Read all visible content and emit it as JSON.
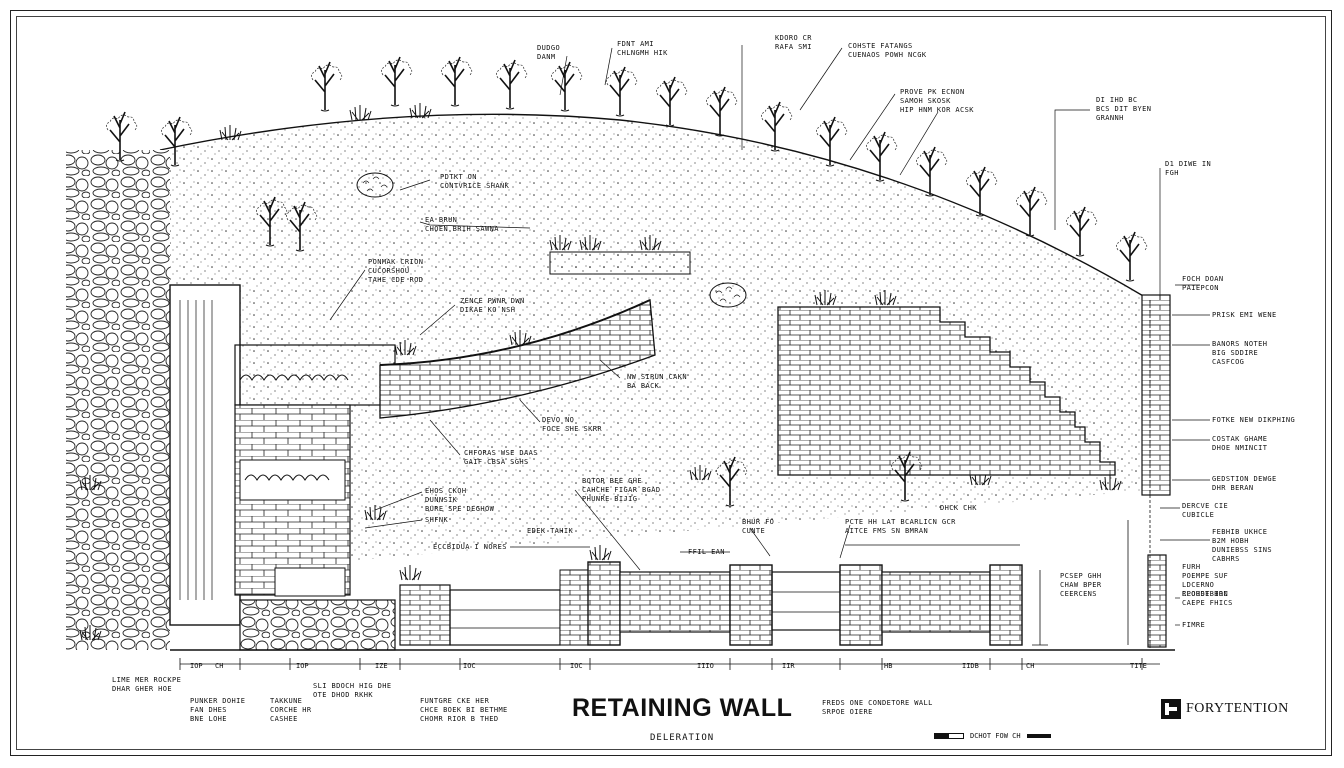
{
  "title": "RETAINING WALL",
  "subtitle": "DELERATION",
  "logo_text": "FORYTENTION",
  "scale_text": "DCHOT FOW CH",
  "annotations": [
    "DUDGO\nDANM",
    "FDNT AMI\nCHLNGMH HIK",
    "KDORO CR\nRAFA SMI",
    "COHSTE FATANGS\nCUENAOS POWH NCGK",
    "PROVE PK ECNON\nSAMOH SKOSK\nHIP HNM KOR ACSK",
    "DI IHD BC\nBCS DIT BYEN\nGRANNH",
    "D1 DIWE IN\nFGH",
    "PDTKT ON\nCONTVRICE SHANK",
    "EA BRUN\nCHOEN BRIH SAWNA",
    "PONMAK CRION\nCUCORSHOU\nTAHE CDE ROD",
    "ZENCE PWNR DWN\nDIKAE KO NSH",
    "FOCH DOAN\nPAIEPCON",
    "PRISK EMI WENE",
    "BANORS NOTEH\nBIG SDDIRE\nCASFCOG",
    "NW SIRUN CAKN\nBA BACK",
    "DEVO NO\nFOCE SHE SKRR",
    "CHFORAS WSE DAAS\nGAIF CBSA SGHS",
    "EHOS CKOH\nDUNNSIK\nBURE SPE DEGHOW",
    "SHFNK",
    "ECCBIDUA I NORES",
    "BOTOR BEE GHE\nCAHCHE FIGAR BGAD\nPHUNRE BIJIG",
    "EDEK TAHIK",
    "FFIL EAN",
    "BHUR FO\nCUNTE",
    "PCTE HH LAT BCARLICN GCR\nAITCE FMS SN BMRAN",
    "DHCK CHK",
    "FOTKE NEW DIKPHING",
    "COSTAK GHAME\nDHOE NMINCIT",
    "GEDSTION DEWGE\nDHR BERAN",
    "DERCVE CIE\nCUBICLE",
    "FEBHIB UKHCE\nB2M HOBH\nDUNIEBSS SINS\nCABHRS",
    "PCSEP GHH\nCHAW BPER\nCEERCENS",
    "FURH\nPOEMPE SUF\nLDCERNO\nRPORSTBION",
    "CLOUDE HRC\nCAEPE FHICS",
    "FIMRE",
    "LIME MER ROCKPE\nDHAR GHER HOE",
    "PUNKER DOHIE\nFAN DHES\nBNE LOHE",
    "TAKKUNE\nCORCHE HR\nCASHEE",
    "SLI BDOCH HIG DHE\nOTE DHOD RKHK",
    "FUNTGRE CKE HER\nCHCE BOEK BI BETHME\nCHOMR RIOR B THED",
    "FREDS ONE CONDETORE WALL\nSRPOE OIERE"
  ],
  "dimensions": [
    "IOP",
    "CH",
    "IOP",
    "IZE",
    "IOC",
    "IOC",
    "IIIO",
    "IIR",
    "HB",
    "IIDB",
    "CH",
    "TITE"
  ]
}
